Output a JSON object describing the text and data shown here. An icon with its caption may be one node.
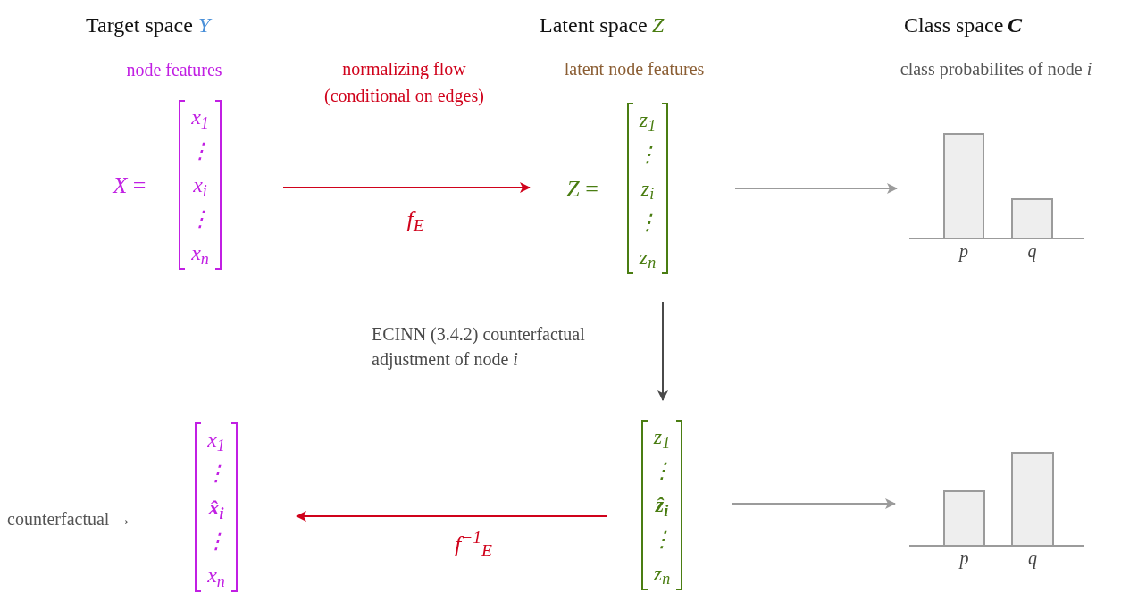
{
  "diagram": {
    "nodes": [
      {
        "text": [
          "x$_{1}$",
          "⋮",
          "x$_{i}$",
          "⋮",
          "x$_{n}$"
        ],
        "beside": [
          "*X* =",
          "node features"
        ]
      },
      {
        "text": [
          "z$_{1}$",
          "⋮",
          "z$_{i}$",
          "⋮",
          "z$_{n}$"
        ],
        "beside": [
          "*Z* =",
          "latent node features"
        ]
      },
      {
        "text": [
          "p",
          "q"
        ],
        "beside": [
          "class probabilites of node *i*"
        ]
      },
      {
        "text": [
          "x$_{1}$",
          "⋮",
          "**x̂$_{i}$**",
          "⋮",
          "x$_{n}$"
        ],
        "beside": [
          "counterfactual →"
        ]
      },
      {
        "text": [
          "z$_{1}$",
          "⋮",
          "**ẑ$_{i}$**",
          "⋮",
          "z$_{n}$"
        ]
      },
      {
        "text": [
          "p",
          "q"
        ]
      }
    ],
    "edges": [
      {
        "from": 0,
        "to": 1,
        "arrow": "to",
        "label": "f$_{E}$",
        "color": "#d0021b"
      },
      {
        "from": 1,
        "to": 2,
        "arrow": "to",
        "color": "#9b9b9b"
      },
      {
        "from": 1,
        "to": 4,
        "arrow": "to",
        "label": "ECINN (3.4.2) counterfactual adjustment of node *i*",
        "color": "#4a4a4a"
      },
      {
        "from": 4,
        "to": 3,
        "arrow": "to",
        "label": "f$^{−1}$$_{E}$",
        "color": "#d0021b"
      },
      {
        "from": 4,
        "to": 5,
        "arrow": "to",
        "color": "#9b9b9b"
      }
    ],
    "labels": [
      "Target space",
      "Y",
      "Latent space",
      "Z",
      "Class space",
      "C",
      "normalizing flow (conditional on edges)"
    ]
  }
}
